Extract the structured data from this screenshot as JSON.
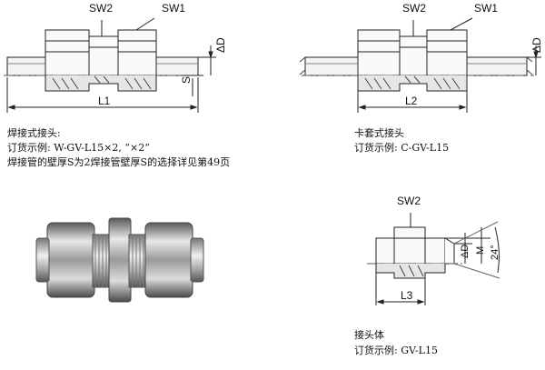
{
  "drawings": {
    "weld": {
      "sw2": "SW2",
      "sw1": "SW1",
      "d": "ΔD",
      "s": "S",
      "length": "L1"
    },
    "ferrule": {
      "sw2": "SW2",
      "sw1": "SW1",
      "d": "ΔD",
      "length": "L2"
    },
    "body": {
      "sw2": "SW2",
      "d": "ΔD",
      "m": "M",
      "angle": "24°",
      "length": "L3"
    }
  },
  "captions": {
    "weld_title": "焊接式接头:",
    "weld_order": "订货示例: W-GV-L15×2, “×2”",
    "weld_note": "焊接管的壁厚S为2焊接管壁厚S的选择详见第49页",
    "ferrule_title": "卡套式接头",
    "ferrule_order": "订货示例: C-GV-L15",
    "body_title": "接头体",
    "body_order": "订货示例: GV-L15"
  }
}
